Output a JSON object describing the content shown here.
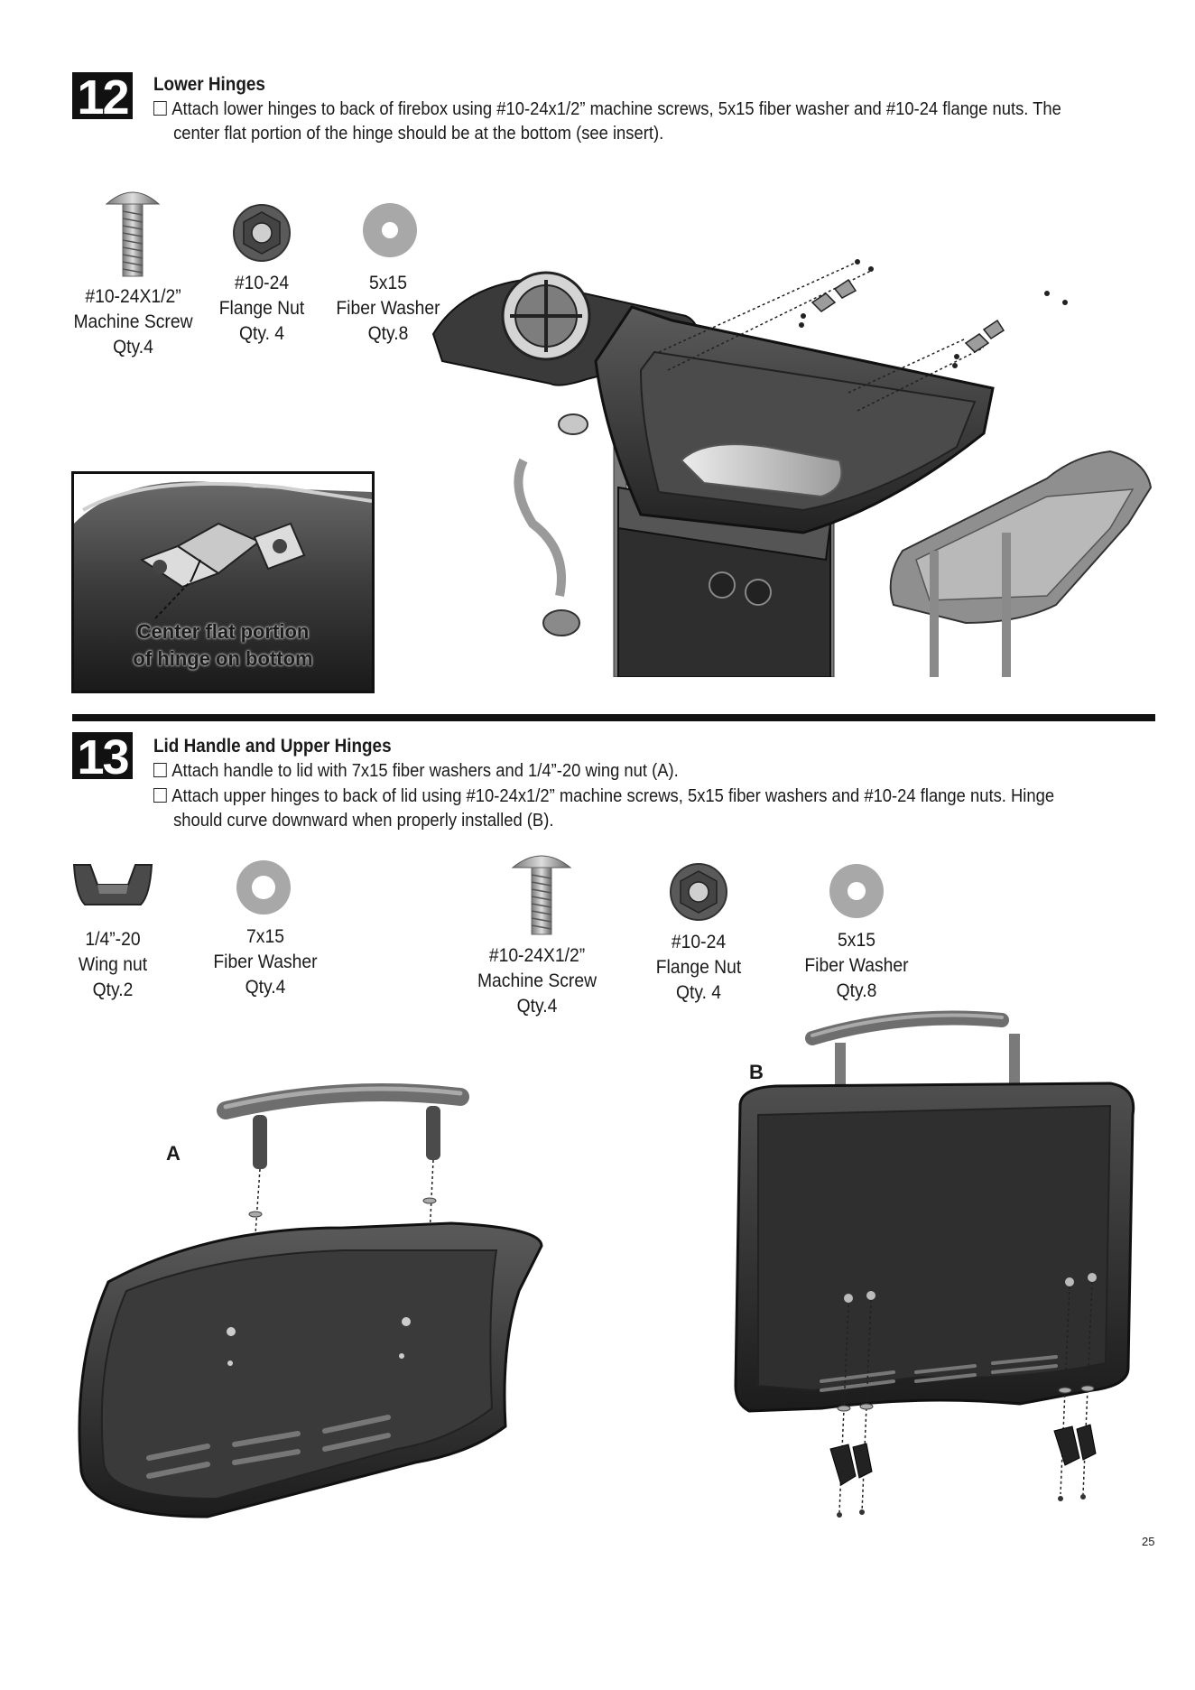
{
  "step12": {
    "number": "12",
    "title": "Lower Hinges",
    "instructions": [
      "Attach lower hinges to back of firebox using #10-24x1/2” machine screws, 5x15 fiber washer and #10-24 flange nuts. The center flat portion of the hinge should be at the bottom (see insert)."
    ],
    "parts": [
      {
        "line1": "#10-24X1/2”",
        "line2": "Machine Screw",
        "line3": "Qty.4",
        "icon": "machine-screw-icon"
      },
      {
        "line1": "#10-24",
        "line2": "Flange Nut",
        "line3": "Qty. 4",
        "icon": "flange-nut-icon"
      },
      {
        "line1": "5x15",
        "line2": "Fiber Washer",
        "line3": "Qty.8",
        "icon": "fiber-washer-icon"
      }
    ],
    "insert_caption_line1": "Center flat portion",
    "insert_caption_line2": "of hinge on bottom"
  },
  "step13": {
    "number": "13",
    "title": "Lid Handle and Upper Hinges",
    "instructions": [
      "Attach handle to lid with 7x15 fiber washers and 1/4”-20 wing nut (A).",
      "Attach upper hinges to back of lid using #10-24x1/2” machine screws, 5x15 fiber washers and #10-24 flange nuts. Hinge should curve downward when properly installed (B)."
    ],
    "parts": [
      {
        "line1": "1/4”-20",
        "line2": "Wing nut",
        "line3": "Qty.2",
        "icon": "wing-nut-icon"
      },
      {
        "line1": "7x15",
        "line2": "Fiber Washer",
        "line3": "Qty.4",
        "icon": "fiber-washer-icon"
      },
      {
        "line1": "#10-24X1/2”",
        "line2": "Machine Screw",
        "line3": "Qty.4",
        "icon": "machine-screw-icon"
      },
      {
        "line1": "#10-24",
        "line2": "Flange Nut",
        "line3": "Qty. 4",
        "icon": "flange-nut-icon"
      },
      {
        "line1": "5x15",
        "line2": "Fiber Washer",
        "line3": "Qty.8",
        "icon": "fiber-washer-icon"
      }
    ],
    "label_a": "A",
    "label_b": "B"
  },
  "page_number": "25",
  "colors": {
    "ink": "#111111",
    "metal_dark": "#3a3a3a",
    "metal_light": "#b5b5b5",
    "background": "#ffffff"
  }
}
